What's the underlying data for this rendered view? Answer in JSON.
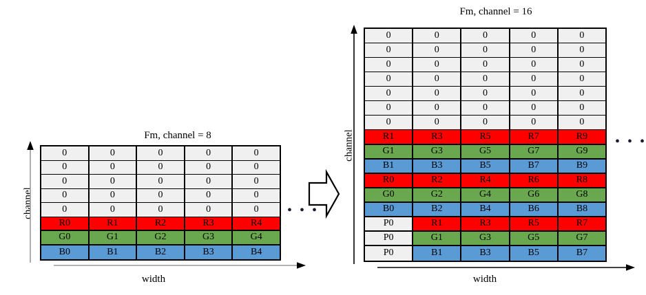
{
  "figure": {
    "ellipsis": "• • •"
  },
  "left": {
    "title": "Fm, channel = 8",
    "axis_y_label": "channel",
    "axis_x_label": "width",
    "columns": 5,
    "rows": [
      {
        "kind": "zero",
        "cells": [
          "0",
          "0",
          "0",
          "0",
          "0"
        ]
      },
      {
        "kind": "zero",
        "cells": [
          "0",
          "0",
          "0",
          "0",
          "0"
        ]
      },
      {
        "kind": "zero",
        "cells": [
          "0",
          "0",
          "0",
          "0",
          "0"
        ]
      },
      {
        "kind": "zero",
        "cells": [
          "0",
          "0",
          "0",
          "0",
          "0"
        ]
      },
      {
        "kind": "zero",
        "cells": [
          "0",
          "0",
          "0",
          "0",
          "0"
        ]
      },
      {
        "kind": "red",
        "cells": [
          "R0",
          "R1",
          "R2",
          "R3",
          "R4"
        ]
      },
      {
        "kind": "green",
        "cells": [
          "G0",
          "G1",
          "G2",
          "G3",
          "G4"
        ]
      },
      {
        "kind": "blue",
        "cells": [
          "B0",
          "B1",
          "B2",
          "B3",
          "B4"
        ]
      }
    ]
  },
  "right": {
    "title": "Fm, channel = 16",
    "axis_y_label": "channel",
    "axis_x_label": "width",
    "columns": 5,
    "rows": [
      {
        "kind": "zero",
        "cells": [
          "0",
          "0",
          "0",
          "0",
          "0"
        ]
      },
      {
        "kind": "zero",
        "cells": [
          "0",
          "0",
          "0",
          "0",
          "0"
        ]
      },
      {
        "kind": "zero",
        "cells": [
          "0",
          "0",
          "0",
          "0",
          "0"
        ]
      },
      {
        "kind": "zero",
        "cells": [
          "0",
          "0",
          "0",
          "0",
          "0"
        ]
      },
      {
        "kind": "zero",
        "cells": [
          "0",
          "0",
          "0",
          "0",
          "0"
        ]
      },
      {
        "kind": "zero",
        "cells": [
          "0",
          "0",
          "0",
          "0",
          "0"
        ]
      },
      {
        "kind": "zero",
        "cells": [
          "0",
          "0",
          "0",
          "0",
          "0"
        ]
      },
      {
        "kind": "red",
        "cells": [
          "R1",
          "R3",
          "R5",
          "R7",
          "R9"
        ]
      },
      {
        "kind": "green",
        "cells": [
          "G1",
          "G3",
          "G5",
          "G7",
          "G9"
        ]
      },
      {
        "kind": "blue",
        "cells": [
          "B1",
          "B3",
          "B5",
          "B7",
          "B9"
        ]
      },
      {
        "kind": "red",
        "cells": [
          "R0",
          "R2",
          "R4",
          "R6",
          "R8"
        ]
      },
      {
        "kind": "green",
        "cells": [
          "G0",
          "G2",
          "G4",
          "G6",
          "G8"
        ]
      },
      {
        "kind": "blue",
        "cells": [
          "B0",
          "B2",
          "B4",
          "B6",
          "B8"
        ]
      },
      {
        "kind": "red",
        "cells": [
          "P0",
          "R1",
          "R3",
          "R5",
          "R7"
        ],
        "first_pad": true
      },
      {
        "kind": "green",
        "cells": [
          "P0",
          "G1",
          "G3",
          "G5",
          "G7"
        ],
        "first_pad": true
      },
      {
        "kind": "blue",
        "cells": [
          "P0",
          "B1",
          "B3",
          "B5",
          "B7"
        ],
        "first_pad": true
      }
    ]
  },
  "colors": {
    "zero": "#f0f0f0",
    "red": "#ff0000",
    "green": "#6aa84f",
    "blue": "#5b9bd5",
    "pad": "#f0f0f0",
    "outline": "#000000",
    "axis_left": "#9a9a9a",
    "axis_right": "#000000"
  }
}
